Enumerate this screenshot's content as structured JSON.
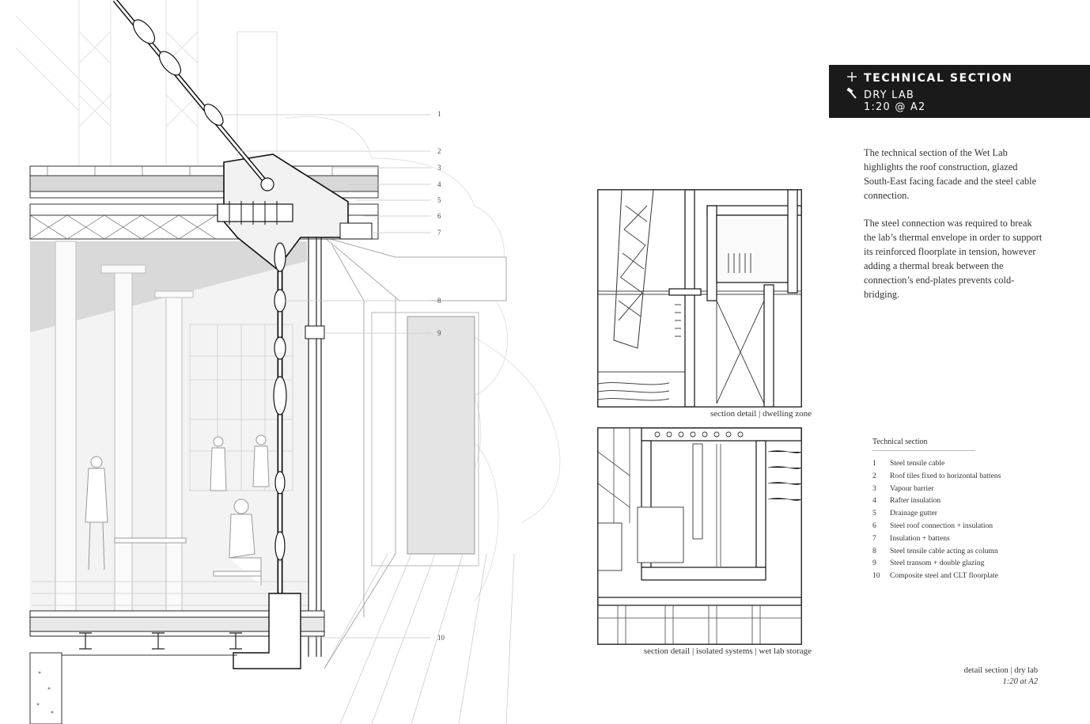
{
  "header": {
    "title": "TECHNICAL SECTION",
    "subtitle": "DRY LAB",
    "scale": "1:20 @ A2",
    "icons": [
      "plus-icon",
      "hammer-icon"
    ]
  },
  "description": {
    "paragraph1": "The technical section of the Wet Lab highlights the roof construction, glazed South-East facing facade and the steel cable connection.",
    "paragraph2": "The steel connection was required to break the lab’s thermal envelope in order to support its reinforced floorplate in tension, however adding a thermal break between the connection’s end-plates prevents cold-bridging."
  },
  "callouts": [
    "1",
    "2",
    "3",
    "4",
    "5",
    "6",
    "7",
    "8",
    "9",
    "10"
  ],
  "details": [
    {
      "caption": "section detail | dwelling zone"
    },
    {
      "caption": "section detail | isolated systems | wet lab storage"
    }
  ],
  "legend": {
    "title": "Technical section",
    "items": [
      {
        "num": "1",
        "label": "Steel tensile cable"
      },
      {
        "num": "2",
        "label": "Roof tiles fixed to horizontal battens"
      },
      {
        "num": "3",
        "label": "Vapour barrier"
      },
      {
        "num": "4",
        "label": "Rafter insulation"
      },
      {
        "num": "5",
        "label": "Drainage gutter"
      },
      {
        "num": "6",
        "label": "Steel roof connection + insulation"
      },
      {
        "num": "7",
        "label": "Insulation + battens"
      },
      {
        "num": "8",
        "label": "Steel tensile cable acting as column"
      },
      {
        "num": "9",
        "label": "Steel transom + double glazing"
      },
      {
        "num": "10",
        "label": "Composite steel and CLT floorplate"
      }
    ]
  },
  "footer": {
    "line1": "detail section | dry lab",
    "line2": "1:20 at A2"
  }
}
